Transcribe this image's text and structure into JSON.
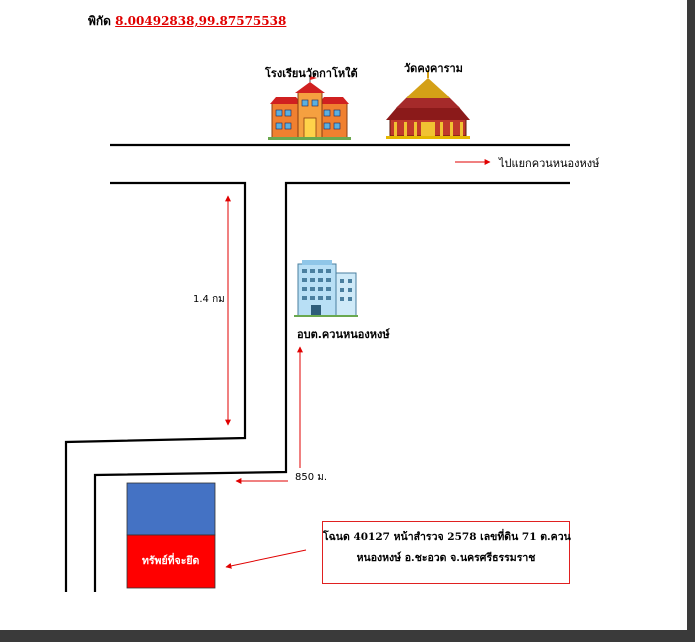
{
  "coordinates": {
    "label": "พิกัด",
    "value": "8.00492838,99.87575538"
  },
  "landmarks": {
    "school": {
      "label": "โรงเรียนวัดกาโหใต้",
      "icon": "school-building-icon"
    },
    "temple": {
      "label": "วัดคงคาราม",
      "icon": "thai-temple-icon"
    },
    "office": {
      "label": "อบต.ควนหนองหงษ์",
      "icon": "office-building-icon"
    }
  },
  "directions": {
    "junction": "ไปแยกควนหนองหงษ์",
    "distance_long": "1.4 กม",
    "distance_short": "850 ม."
  },
  "property": {
    "label": "ทรัพย์ที่จะยึด",
    "top_color": "#4472c4",
    "bottom_color": "#ff0000"
  },
  "deed": {
    "line1": "โฉนด 40127 หน้าสำรวจ 2578 เลขที่ดิน 71 ต.ควน",
    "line2": "หนองหงษ์ อ.ชะอวด จ.นครศรีธรรมราช"
  },
  "colors": {
    "arrow": "#e00000",
    "road": "#000000"
  }
}
